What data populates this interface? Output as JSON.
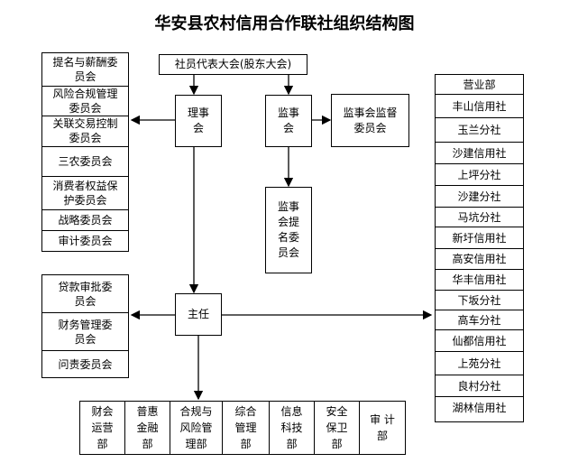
{
  "title": "华安县农村信用合作联社组织结构图",
  "top_box": "社员代表大会(股东大会)",
  "board": "理事\n会",
  "supervisory": "监事\n会",
  "supervisory_committee": "监事会监督\n委员会",
  "nomination_committee": "监事\n会提\n名委\n员会",
  "director": "主任",
  "board_committees": [
    "提名与薪酬委\n员会",
    "风险合规管理\n委员会",
    "关联交易控制\n委员会",
    "三农委员会",
    "消费者权益保\n护委员会",
    "战略委员会",
    "审计委员会"
  ],
  "director_committees": [
    "贷款审批委\n员会",
    "财务管理委\n员会",
    "问责委员会"
  ],
  "departments": [
    "财会\n运营\n部",
    "普惠\n金融\n部",
    "合规与\n风险管\n理部",
    "综合\n管理\n部",
    "信息\n科技\n部",
    "安全\n保卫\n部",
    "审  计\n部"
  ],
  "branches": [
    "营业部",
    "丰山信用社",
    "玉兰分社",
    "沙建信用社",
    "上坪分社",
    "沙建分社",
    "马坑分社",
    "新圩信用社",
    "高安信用社",
    "华丰信用社",
    "下坂分社",
    "高车分社",
    "仙都信用社",
    "上苑分社",
    "良村分社",
    "湖林信用社"
  ]
}
